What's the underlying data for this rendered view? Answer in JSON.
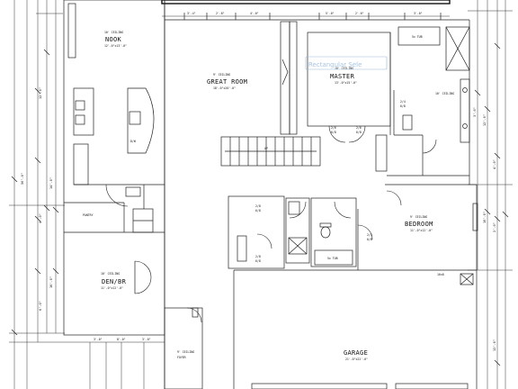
{
  "rooms": {
    "nook": {
      "ceiling": "10' CEILING",
      "name": "NOOK",
      "size": "12'-0\"x13'-0\""
    },
    "great_room": {
      "ceiling": "9' CEILING",
      "name": "GREAT ROOM",
      "size": "18'-0\"x20'-0\""
    },
    "master": {
      "ceiling": "10' CEILING",
      "name": "MASTER",
      "size": "13'-0\"x15'-0\""
    },
    "master_bath": {
      "ceiling": "10' CEILING"
    },
    "pantry": {
      "name": "PANTRY"
    },
    "den": {
      "ceiling": "10' CEILING",
      "name": "DEN/BR",
      "size": "11'-0\"x12'-0\""
    },
    "bedroom": {
      "ceiling": "9' CEILING",
      "name": "BEDROOM",
      "size": "11'-0\"x12'-0\""
    },
    "foyer": {
      "ceiling": "9' CEILING",
      "name": "FOYER"
    },
    "garage": {
      "name": "GARAGE",
      "size": "21'-0\"x22'-0\""
    },
    "stair": {
      "label": "UP"
    },
    "bath2": {
      "tub": "5x TUB"
    },
    "master_tub": {
      "tub": "5x TUB"
    }
  },
  "door_tags": [
    "2/6",
    "6/8",
    "2/8",
    "2/4",
    "3/0"
  ],
  "kitchen": {
    "appliance": "D/W"
  },
  "garage_door_label": "16x8",
  "tooltip": {
    "text": "Rectangular Sele"
  },
  "dimensions": {
    "top": [
      "3'-4\"",
      "2'-8\"",
      "4'-0\"",
      "5'-0\"",
      "2'-6\"",
      "3'-0\""
    ],
    "left": [
      "12'-0\"",
      "14'-0\"",
      "4'-0\"",
      "16'-0\"",
      "6'-0\"",
      "56'-0\""
    ],
    "right": [
      "3'-0\"",
      "12'-0\"",
      "4'-0\"",
      "2'-0\"",
      "10'-0\"",
      "12'-0\""
    ],
    "bottom": [
      "3'-0\"",
      "8'-0\"",
      "3'-0\""
    ]
  }
}
